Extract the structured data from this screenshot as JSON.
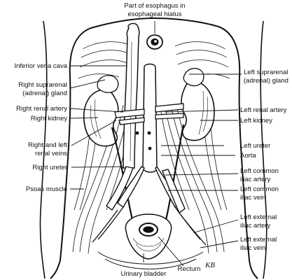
{
  "diagram": {
    "colors": {
      "ink": "#111111",
      "background": "#ffffff"
    },
    "labels": {
      "esophagus_line1": "Part of esophagus in",
      "esophagus_line2": "esophageal hiatus",
      "inferior_vena_cava": "Inferior vena cava",
      "right_suprarenal_line1": "Right suprarenal",
      "right_suprarenal_line2": "(adrenal) gland",
      "right_renal_artery": "Right renal artery",
      "right_kidney": "Right kidney",
      "right_left_renal_veins_line1": "Right and left",
      "right_left_renal_veins_line2": "renal veins",
      "right_ureter": "Right ureter",
      "psoas_muscle": "Psoas muscle",
      "urinary_bladder": "Urinary bladder",
      "rectum": "Rectum",
      "left_suprarenal_line1": "Left suprarenal",
      "left_suprarenal_line2": "(adrenal) gland",
      "left_renal_artery": "Left renal artery",
      "left_kidney": "Left kidney",
      "left_ureter": "Left ureter",
      "aorta": "Aorta",
      "left_common_iliac_artery_line1": "Left common",
      "left_common_iliac_artery_line2": "iliac artery",
      "left_common_iliac_vein_line1": "Left common",
      "left_common_iliac_vein_line2": "iliac vein",
      "left_external_iliac_artery_line1": "Left external",
      "left_external_iliac_artery_line2": "iliac artery",
      "left_external_iliac_vein_line1": "Left external",
      "left_external_iliac_vein_line2": "iliac vein",
      "artist_signature": "KB"
    }
  }
}
